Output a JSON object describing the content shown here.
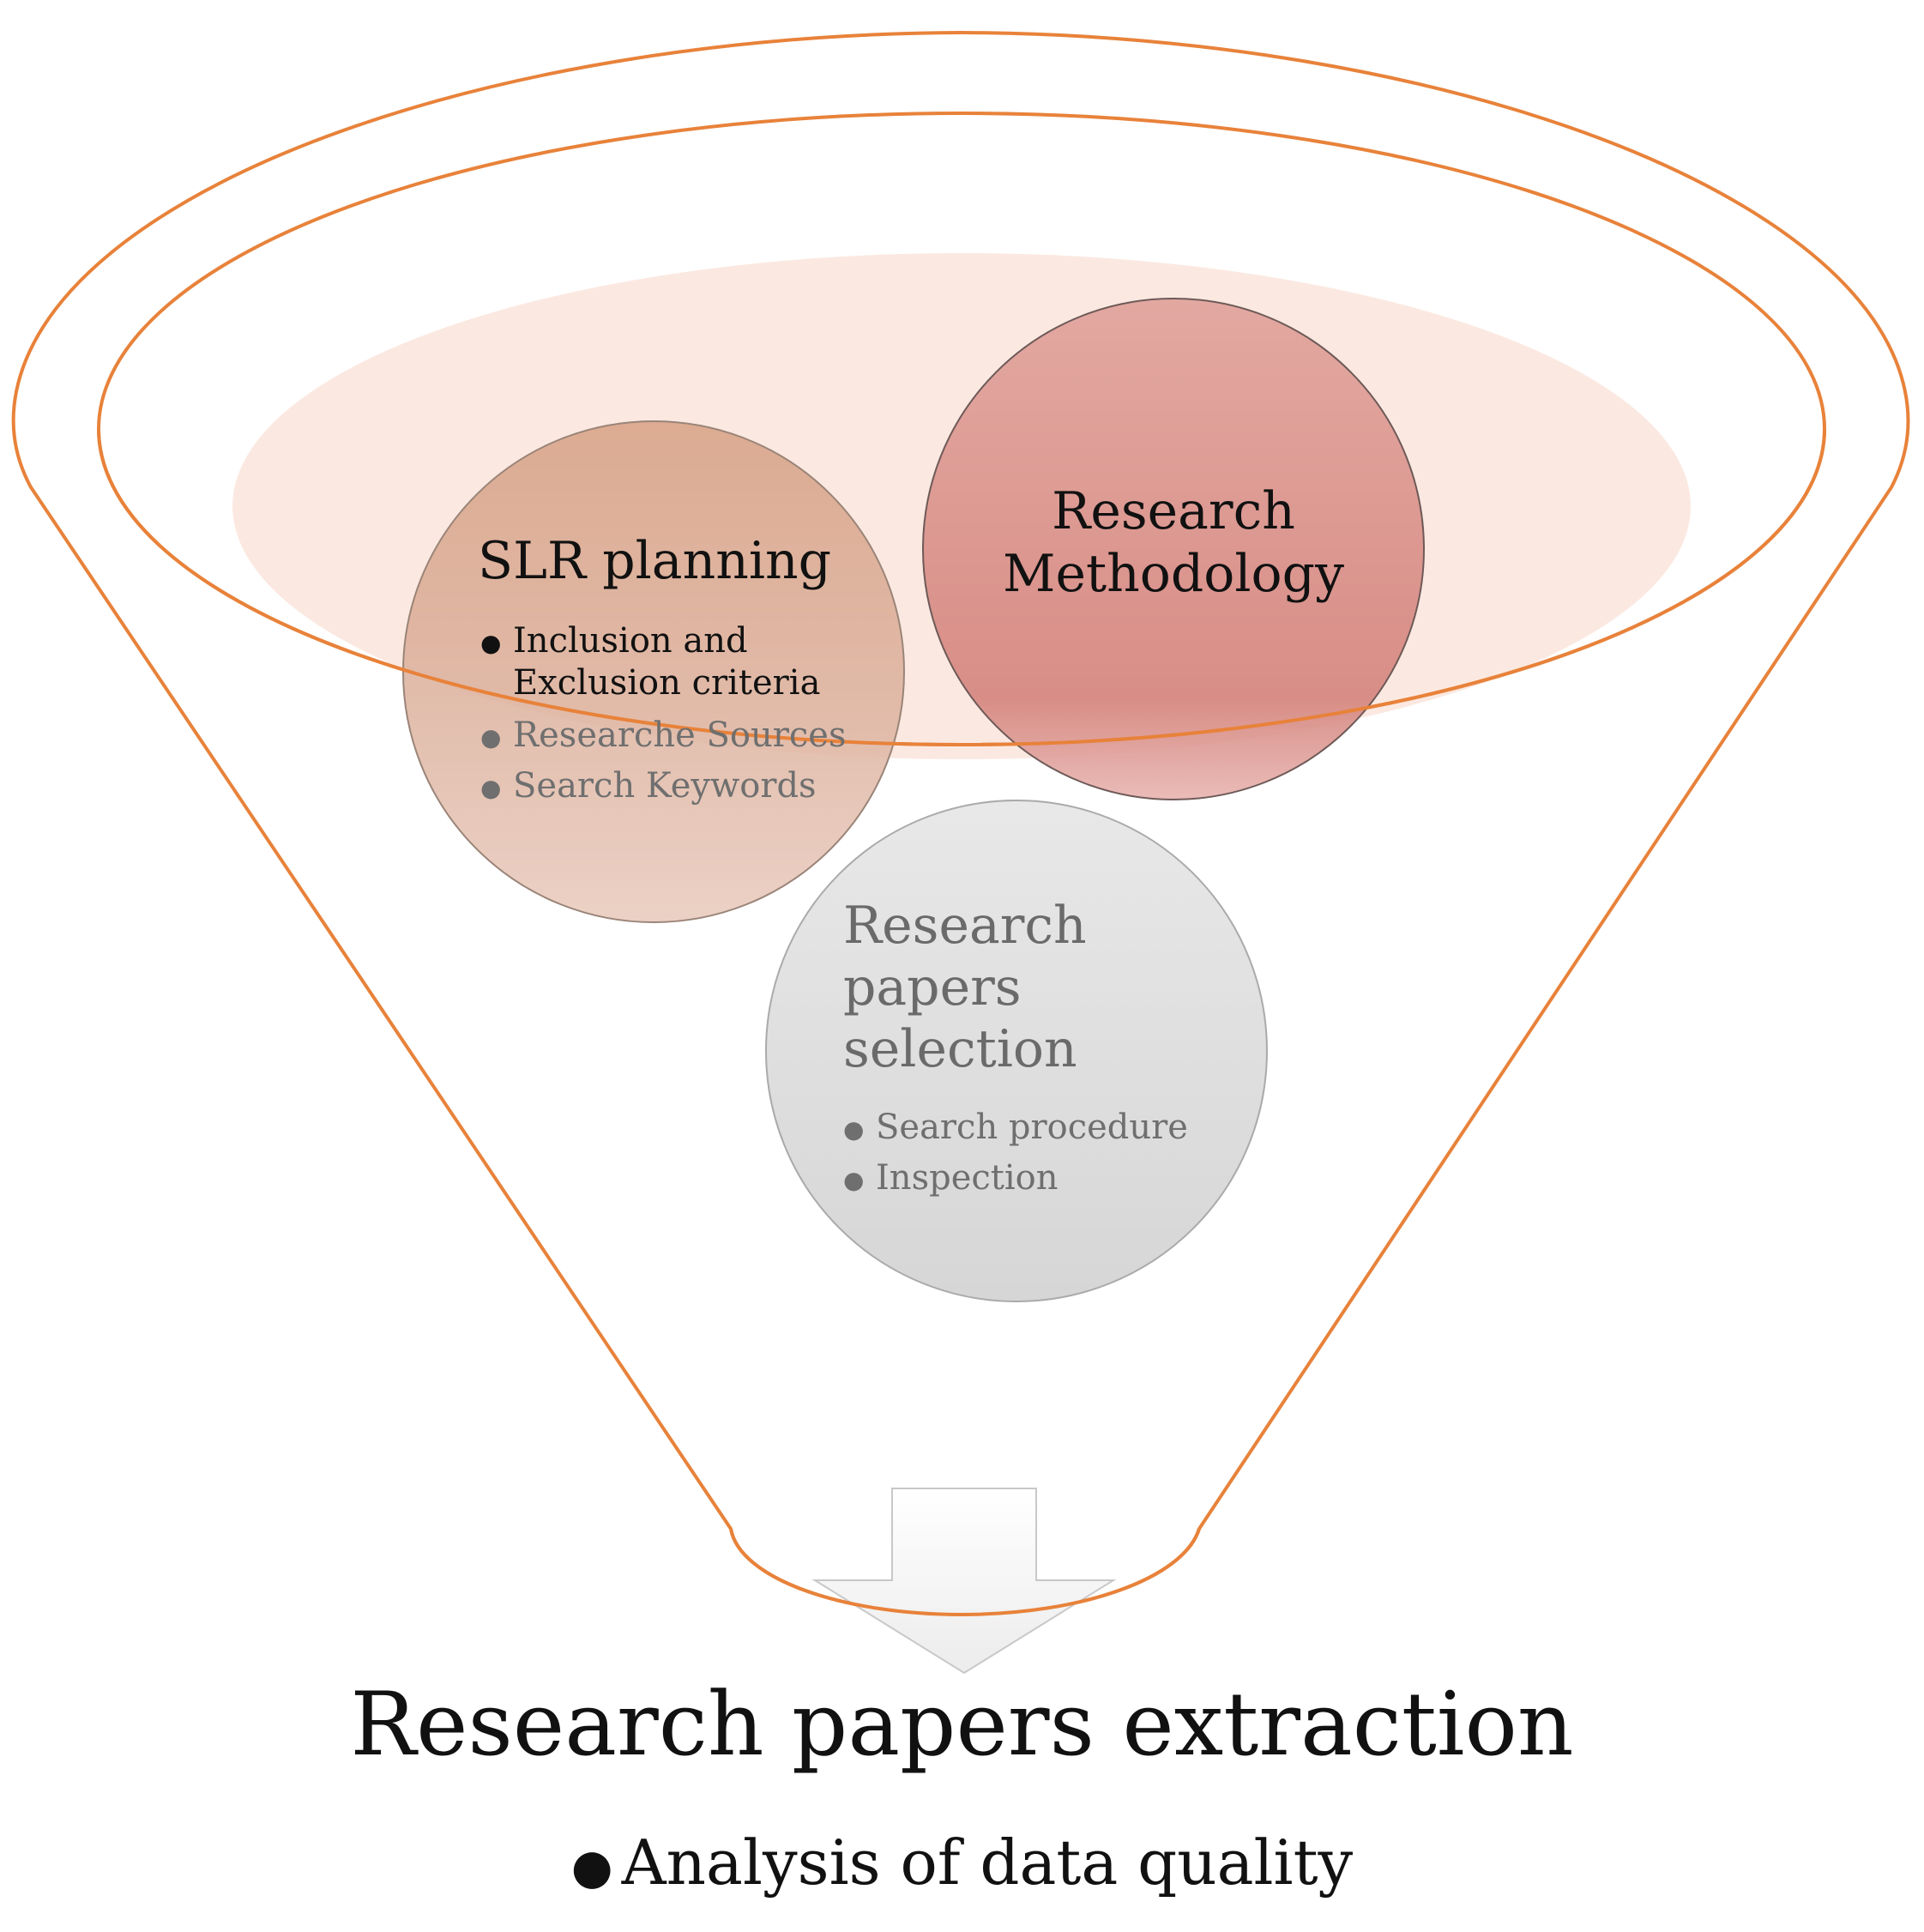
{
  "circles": {
    "slr_planning": {
      "title": "SLR planning",
      "items": [
        "Inclusion and",
        "Exclusion criteria",
        "Researche Sources",
        "Search Keywords"
      ]
    },
    "research_methodology": {
      "title_line1": "Research",
      "title_line2": "Methodology"
    },
    "papers_selection": {
      "title_line1": "Research",
      "title_line2": "papers",
      "title_line3": "selection",
      "items": [
        "Search procedure",
        "Inspection"
      ]
    }
  },
  "output": {
    "title": "Research papers extraction",
    "bullet": "Analysis of data quality"
  },
  "colors": {
    "funnel_outline": "#e8823a",
    "inner_disc": "#fbe9e1",
    "slr_circle": "#d6a48c",
    "methodology_circle": "#d38680",
    "selection_circle": "#dcdcdc",
    "arrow_fill": "#f4f4f4"
  }
}
